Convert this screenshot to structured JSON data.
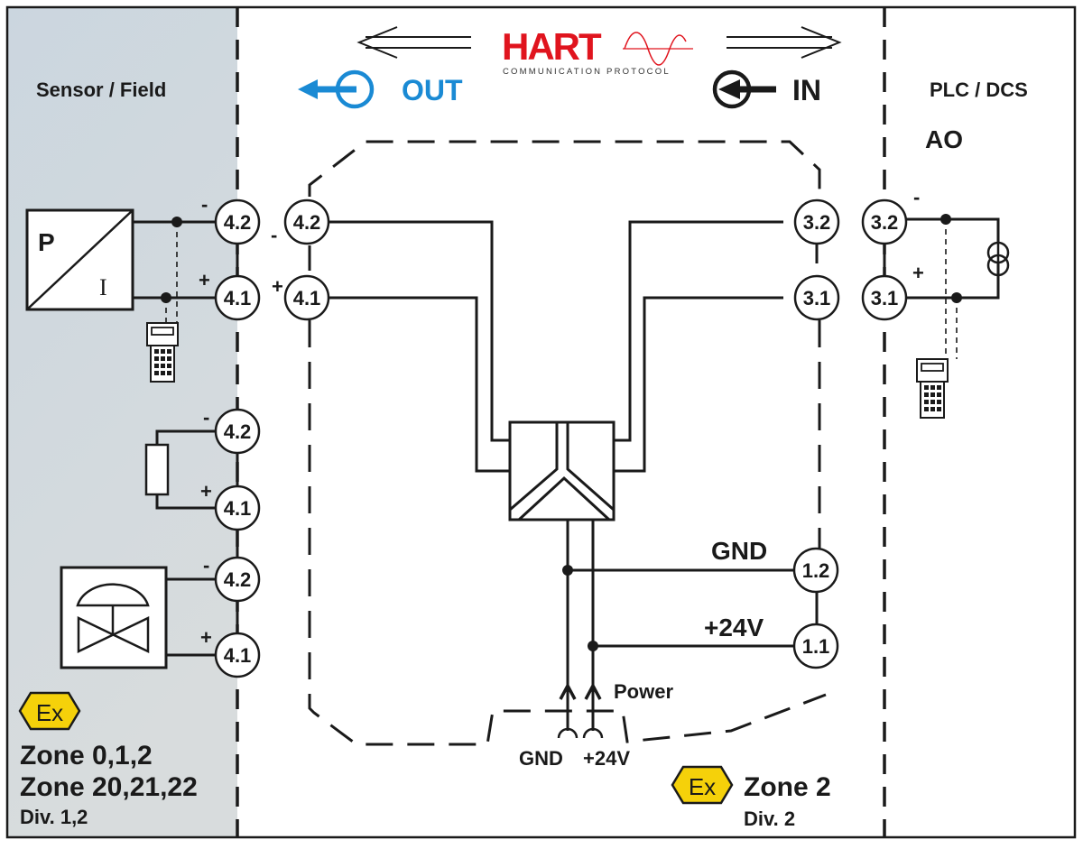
{
  "colors": {
    "field_zone_bg": "#cfd9e1",
    "out_blue": "#1a8ad4",
    "hart_red": "#e0141e",
    "ex_yellow": "#f5d10a",
    "line": "#1a1a1a"
  },
  "header": {
    "hart_logo": "HART",
    "hart_subtitle": "COMMUNICATION PROTOCOL",
    "out_label": "OUT",
    "in_label": "IN",
    "out_icon": "arrow-left-circle-icon",
    "in_icon": "arrow-left-circle-icon"
  },
  "sections": {
    "left_title": "Sensor / Field",
    "right_title": "PLC / DCS",
    "right_sub": "AO"
  },
  "terminals": {
    "field": [
      "4.2",
      "4.1",
      "4.2",
      "4.1",
      "4.2",
      "4.1"
    ],
    "module_left": [
      "4.2",
      "4.1"
    ],
    "module_right": [
      "3.2",
      "3.1"
    ],
    "plc": [
      "3.2",
      "3.1"
    ],
    "power": [
      "1.2",
      "1.1"
    ]
  },
  "polarity": {
    "minus": "-",
    "plus": "+"
  },
  "devices": {
    "transmitter_p": "P",
    "transmitter_i": "I",
    "resistor": "resistor-icon",
    "valve": "valve-actuator-icon",
    "hart_handheld": "handheld-communicator-icon",
    "current_source": "current-source-icon"
  },
  "power": {
    "gnd_label": "GND",
    "v24_label": "+24V",
    "power_label": "Power",
    "bottom_gnd": "GND",
    "bottom_v24": "+24V"
  },
  "zones": {
    "left_zone1": "Zone 0,1,2",
    "left_zone2": "Zone 20,21,22",
    "left_div": "Div. 1,2",
    "right_zone": "Zone 2",
    "right_div": "Div. 2",
    "ex_symbol": "Ex"
  }
}
